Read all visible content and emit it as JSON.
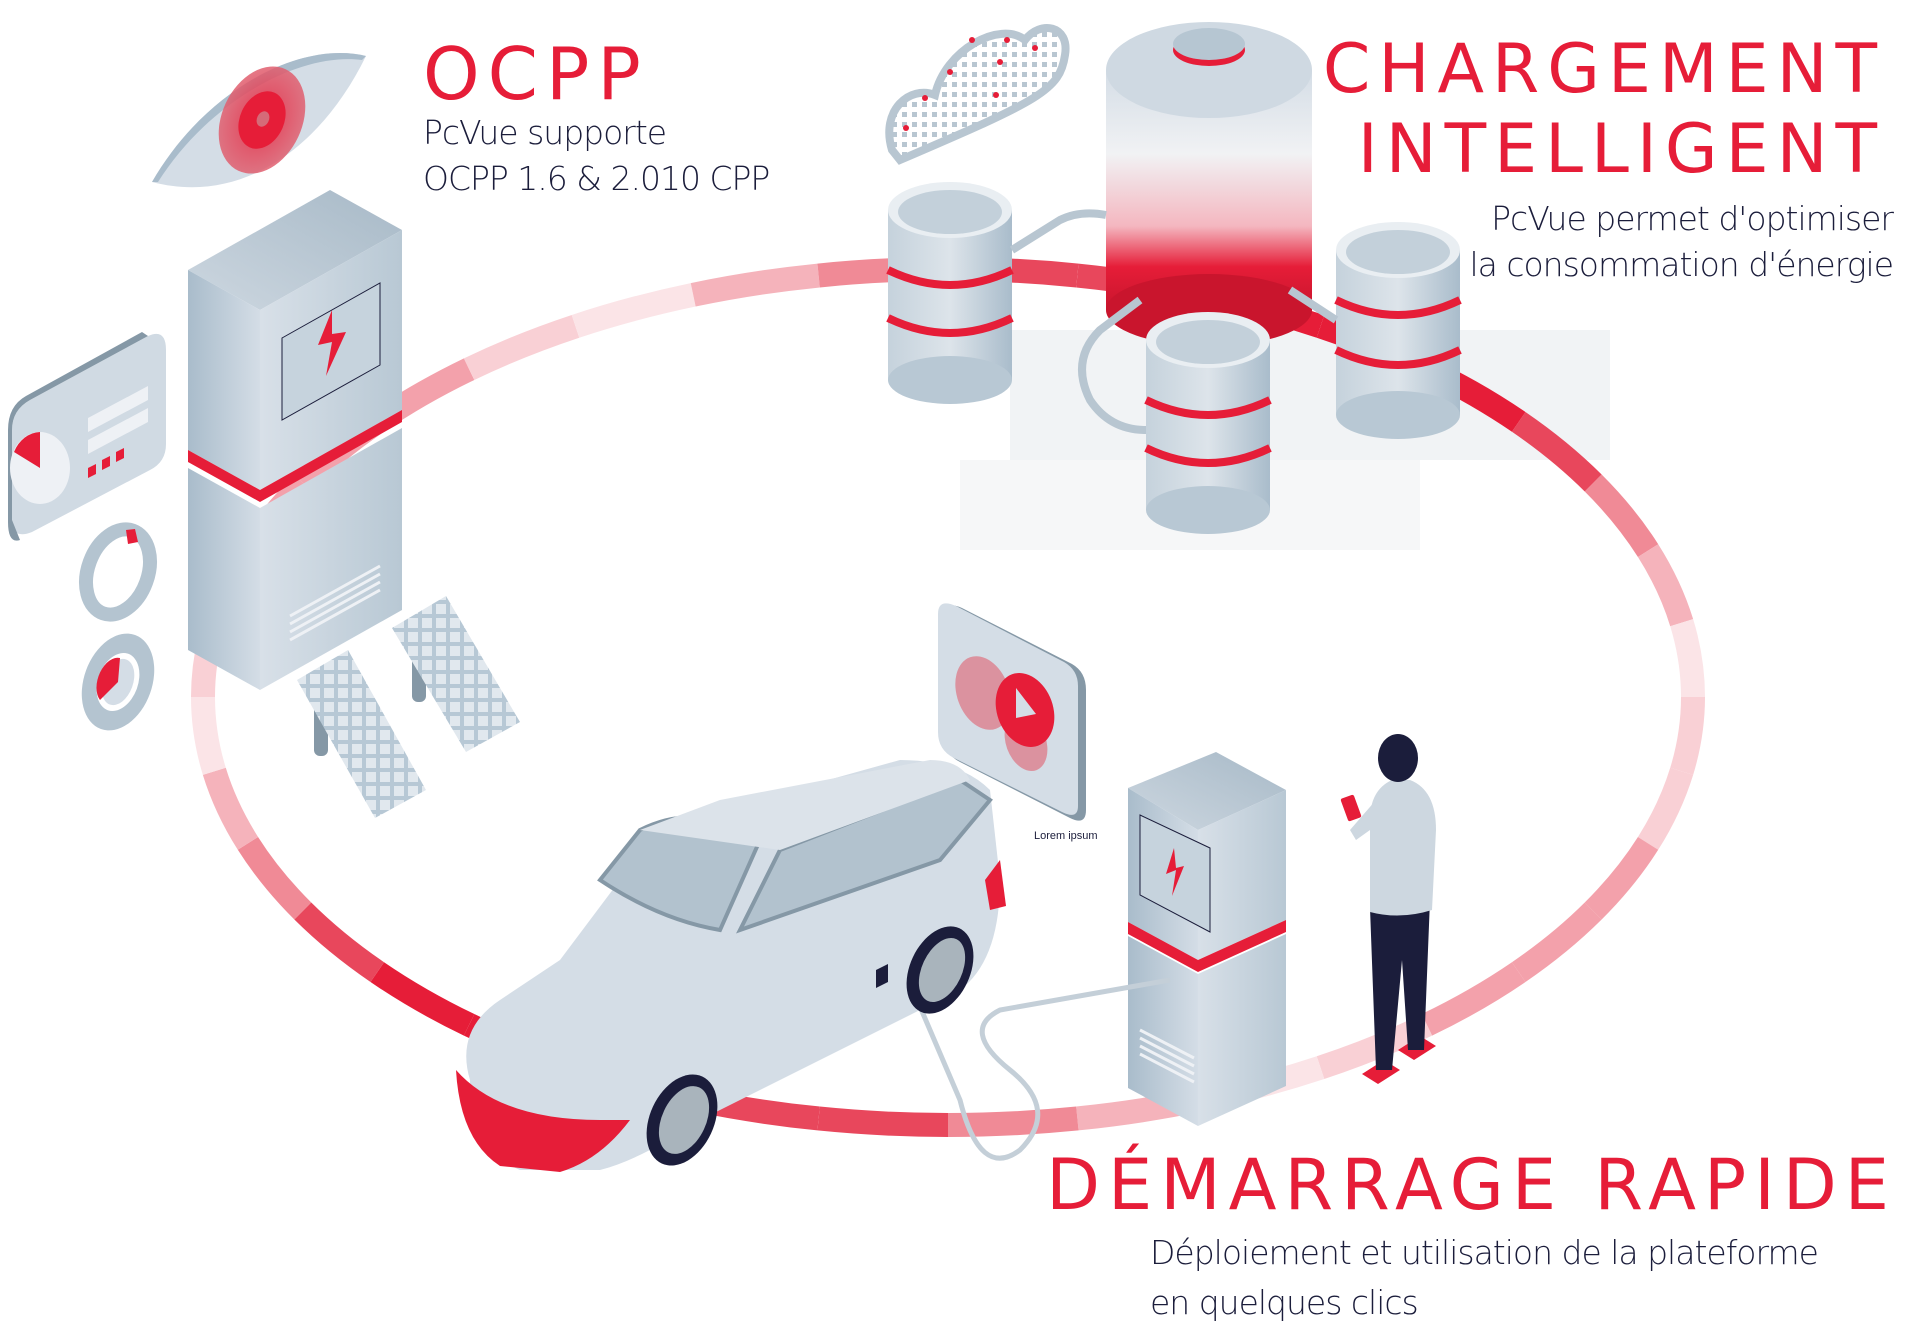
{
  "sections": {
    "ocpp": {
      "title": "OCPP",
      "description": [
        "PcVue supporte",
        "OCPP 1.6 & 2.010 CPP"
      ]
    },
    "smart_charging": {
      "title": [
        "CHARGEMENT",
        "INTELLIGENT"
      ],
      "description": [
        "PcVue permet d'optimiser",
        "la consommation d'énergie"
      ]
    },
    "quick_start": {
      "title": "DÉMARRAGE RAPIDE",
      "description": [
        "Déploiement et utilisation de la plateforme",
        "en quelques clics"
      ]
    }
  },
  "media_tile": {
    "caption": "Lorem ipsum",
    "icon": "play-icon"
  },
  "icons": [
    "eye-icon",
    "cloud-icon",
    "battery-icon",
    "database-icon",
    "charging-station-icon",
    "solar-panel-icon",
    "dashboard-card-icon",
    "donut-chart-icon",
    "car-icon",
    "person-icon",
    "smartphone-icon"
  ],
  "colors": {
    "accent": "#e61d38",
    "text": "#1b1d3b",
    "metal": "#d4dde6",
    "metal_dark": "#a9bccb",
    "shadow": "#8598a6"
  }
}
